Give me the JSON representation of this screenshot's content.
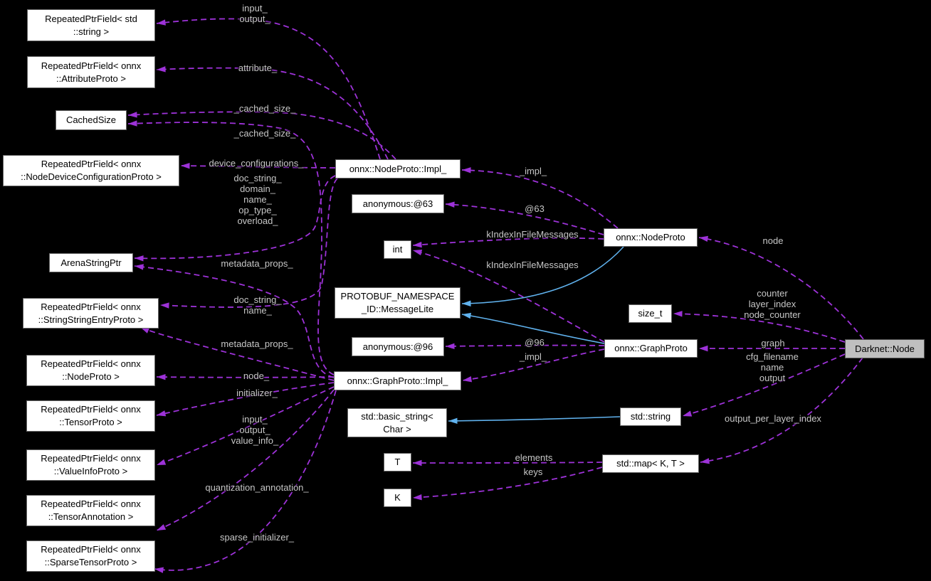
{
  "diagram_kind": "collaboration-graph",
  "colors": {
    "background": "#000000",
    "edge_purple": "#9d32d8",
    "edge_blue": "#60b2ee",
    "label_text": "#c6c6c6",
    "box_fill": "#ffffff",
    "box_border": "#666666",
    "box_text": "#000000",
    "highlight_fill": "#bfbfbf"
  },
  "nodes": {
    "rpf_std_string": {
      "lines": [
        "RepeatedPtrField< std",
        "::string >"
      ],
      "highlight": false
    },
    "rpf_attribute": {
      "lines": [
        "RepeatedPtrField< onnx",
        "::AttributeProto >"
      ],
      "highlight": false
    },
    "cachedsize": {
      "lines": [
        "CachedSize"
      ],
      "highlight": false
    },
    "rpf_nodedevcfg": {
      "lines": [
        "RepeatedPtrField< onnx",
        "::NodeDeviceConfigurationProto >"
      ],
      "highlight": false
    },
    "arenastringptr": {
      "lines": [
        "ArenaStringPtr"
      ],
      "highlight": false
    },
    "rpf_sse": {
      "lines": [
        "RepeatedPtrField< onnx",
        "::StringStringEntryProto >"
      ],
      "highlight": false
    },
    "rpf_nodeproto": {
      "lines": [
        "RepeatedPtrField< onnx",
        "::NodeProto >"
      ],
      "highlight": false
    },
    "rpf_tensorproto": {
      "lines": [
        "RepeatedPtrField< onnx",
        "::TensorProto >"
      ],
      "highlight": false
    },
    "rpf_valueinfo": {
      "lines": [
        "RepeatedPtrField< onnx",
        "::ValueInfoProto >"
      ],
      "highlight": false
    },
    "rpf_tensorannot": {
      "lines": [
        "RepeatedPtrField< onnx",
        "::TensorAnnotation >"
      ],
      "highlight": false
    },
    "rpf_sparsetensor": {
      "lines": [
        "RepeatedPtrField< onnx",
        "::SparseTensorProto >"
      ],
      "highlight": false
    },
    "nodeproto_impl": {
      "lines": [
        "onnx::NodeProto::Impl_"
      ],
      "highlight": false
    },
    "anon63": {
      "lines": [
        "anonymous:@63"
      ],
      "highlight": false
    },
    "int": {
      "lines": [
        "int"
      ],
      "highlight": false
    },
    "messagelite": {
      "lines": [
        "PROTOBUF_NAMESPACE",
        "_ID::MessageLite"
      ],
      "highlight": false
    },
    "anon96": {
      "lines": [
        "anonymous:@96"
      ],
      "highlight": false
    },
    "graphproto_impl": {
      "lines": [
        "onnx::GraphProto::Impl_"
      ],
      "highlight": false
    },
    "basic_string": {
      "lines": [
        "std::basic_string<",
        "Char >"
      ],
      "highlight": false
    },
    "t": {
      "lines": [
        "T"
      ],
      "highlight": false
    },
    "k": {
      "lines": [
        "K"
      ],
      "highlight": false
    },
    "nodeproto": {
      "lines": [
        "onnx::NodeProto"
      ],
      "highlight": false
    },
    "size_t": {
      "lines": [
        "size_t"
      ],
      "highlight": false
    },
    "graphproto": {
      "lines": [
        "onnx::GraphProto"
      ],
      "highlight": false
    },
    "std_string": {
      "lines": [
        "std::string"
      ],
      "highlight": false
    },
    "std_map": {
      "lines": [
        "std::map< K, T >"
      ],
      "highlight": false
    },
    "darknet_node": {
      "lines": [
        "Darknet::Node"
      ],
      "highlight": true
    }
  },
  "edge_labels": {
    "lab_input_output": {
      "lines": [
        "input_",
        "output_"
      ]
    },
    "lab_attribute": {
      "lines": [
        "attribute_"
      ]
    },
    "lab_cached1": {
      "lines": [
        "_cached_size_"
      ]
    },
    "lab_cached2": {
      "lines": [
        "_cached_size_"
      ]
    },
    "lab_devcfg": {
      "lines": [
        "device_configurations_"
      ]
    },
    "lab_docstring5": {
      "lines": [
        "doc_string_",
        "domain_",
        "name_",
        "op_type_",
        "overload_"
      ]
    },
    "lab_metaprops1": {
      "lines": [
        "metadata_props_"
      ]
    },
    "lab_docstring2": {
      "lines": [
        "doc_string_",
        "name_"
      ]
    },
    "lab_metaprops2": {
      "lines": [
        "metadata_props_"
      ]
    },
    "lab_node_": {
      "lines": [
        "node_"
      ]
    },
    "lab_initializer": {
      "lines": [
        "initializer_"
      ]
    },
    "lab_iov": {
      "lines": [
        "input_",
        "output_",
        "value_info_"
      ]
    },
    "lab_quant": {
      "lines": [
        "quantization_annotation_"
      ]
    },
    "lab_sparse": {
      "lines": [
        "sparse_initializer_"
      ]
    },
    "lab_impl1": {
      "lines": [
        "_impl_"
      ]
    },
    "lab_at63": {
      "lines": [
        "@63"
      ]
    },
    "lab_kidx1": {
      "lines": [
        "kIndexInFileMessages"
      ]
    },
    "lab_kidx2": {
      "lines": [
        "kIndexInFileMessages"
      ]
    },
    "lab_at96": {
      "lines": [
        "@96"
      ]
    },
    "lab_impl2": {
      "lines": [
        "_impl_"
      ]
    },
    "lab_node": {
      "lines": [
        "node"
      ]
    },
    "lab_counter": {
      "lines": [
        "counter",
        "layer_index",
        "node_counter"
      ]
    },
    "lab_graph": {
      "lines": [
        "graph"
      ]
    },
    "lab_cfg": {
      "lines": [
        "cfg_filename",
        "name",
        "output"
      ]
    },
    "lab_oplidx": {
      "lines": [
        "output_per_layer_index"
      ]
    },
    "lab_elements": {
      "lines": [
        "elements"
      ]
    },
    "lab_keys": {
      "lines": [
        "keys"
      ]
    }
  },
  "edges": [
    {
      "id": "e1",
      "from": "nodeproto_impl",
      "to": "rpf_std_string",
      "style": "dashed",
      "color": "purple",
      "label": "lab_input_output"
    },
    {
      "id": "e2",
      "from": "nodeproto_impl",
      "to": "rpf_attribute",
      "style": "dashed",
      "color": "purple",
      "label": "lab_attribute"
    },
    {
      "id": "e3",
      "from": "nodeproto_impl",
      "to": "cachedsize",
      "style": "dashed",
      "color": "purple",
      "label": "lab_cached1"
    },
    {
      "id": "e4",
      "from": "nodeproto_impl",
      "to": "rpf_nodedevcfg",
      "style": "dashed",
      "color": "purple",
      "label": "lab_devcfg"
    },
    {
      "id": "e5",
      "from": "nodeproto_impl",
      "to": "arenastringptr",
      "style": "dashed",
      "color": "purple",
      "label": "lab_docstring5"
    },
    {
      "id": "e6",
      "from": "nodeproto_impl",
      "to": "rpf_sse",
      "style": "dashed",
      "color": "purple",
      "label": "lab_metaprops1"
    },
    {
      "id": "e7",
      "from": "graphproto_impl",
      "to": "cachedsize",
      "style": "dashed",
      "color": "purple",
      "label": "lab_cached2"
    },
    {
      "id": "e8",
      "from": "graphproto_impl",
      "to": "arenastringptr",
      "style": "dashed",
      "color": "purple",
      "label": "lab_docstring2"
    },
    {
      "id": "e9",
      "from": "graphproto_impl",
      "to": "rpf_sse",
      "style": "dashed",
      "color": "purple",
      "label": "lab_metaprops2"
    },
    {
      "id": "e10",
      "from": "graphproto_impl",
      "to": "rpf_nodeproto",
      "style": "dashed",
      "color": "purple",
      "label": "lab_node_"
    },
    {
      "id": "e11",
      "from": "graphproto_impl",
      "to": "rpf_tensorproto",
      "style": "dashed",
      "color": "purple",
      "label": "lab_initializer"
    },
    {
      "id": "e12",
      "from": "graphproto_impl",
      "to": "rpf_valueinfo",
      "style": "dashed",
      "color": "purple",
      "label": "lab_iov"
    },
    {
      "id": "e13",
      "from": "graphproto_impl",
      "to": "rpf_tensorannot",
      "style": "dashed",
      "color": "purple",
      "label": "lab_quant"
    },
    {
      "id": "e14",
      "from": "graphproto_impl",
      "to": "rpf_sparsetensor",
      "style": "dashed",
      "color": "purple",
      "label": "lab_sparse"
    },
    {
      "id": "e15",
      "from": "nodeproto",
      "to": "nodeproto_impl",
      "style": "dashed",
      "color": "purple",
      "label": "lab_impl1"
    },
    {
      "id": "e16",
      "from": "nodeproto",
      "to": "anon63",
      "style": "dashed",
      "color": "purple",
      "label": "lab_at63"
    },
    {
      "id": "e17",
      "from": "nodeproto",
      "to": "int",
      "style": "dashed",
      "color": "purple",
      "label": "lab_kidx1"
    },
    {
      "id": "e18",
      "from": "graphproto",
      "to": "int",
      "style": "dashed",
      "color": "purple",
      "label": "lab_kidx2"
    },
    {
      "id": "e19",
      "from": "graphproto",
      "to": "anon96",
      "style": "dashed",
      "color": "purple",
      "label": "lab_at96"
    },
    {
      "id": "e20",
      "from": "graphproto",
      "to": "graphproto_impl",
      "style": "dashed",
      "color": "purple",
      "label": "lab_impl2"
    },
    {
      "id": "e21",
      "from": "darknet_node",
      "to": "nodeproto",
      "style": "dashed",
      "color": "purple",
      "label": "lab_node"
    },
    {
      "id": "e22",
      "from": "darknet_node",
      "to": "size_t",
      "style": "dashed",
      "color": "purple",
      "label": "lab_counter"
    },
    {
      "id": "e23",
      "from": "darknet_node",
      "to": "graphproto",
      "style": "dashed",
      "color": "purple",
      "label": "lab_graph"
    },
    {
      "id": "e24",
      "from": "darknet_node",
      "to": "std_string",
      "style": "dashed",
      "color": "purple",
      "label": "lab_cfg"
    },
    {
      "id": "e25",
      "from": "darknet_node",
      "to": "std_map",
      "style": "dashed",
      "color": "purple",
      "label": "lab_oplidx"
    },
    {
      "id": "e26",
      "from": "std_map",
      "to": "t",
      "style": "dashed",
      "color": "purple",
      "label": "lab_elements"
    },
    {
      "id": "e27",
      "from": "std_map",
      "to": "k",
      "style": "dashed",
      "color": "purple",
      "label": "lab_keys"
    },
    {
      "id": "e28",
      "from": "nodeproto",
      "to": "messagelite",
      "style": "solid",
      "color": "blue",
      "label": null
    },
    {
      "id": "e29",
      "from": "graphproto",
      "to": "messagelite",
      "style": "solid",
      "color": "blue",
      "label": null
    },
    {
      "id": "e30",
      "from": "std_string",
      "to": "basic_string",
      "style": "solid",
      "color": "blue",
      "label": null
    }
  ]
}
